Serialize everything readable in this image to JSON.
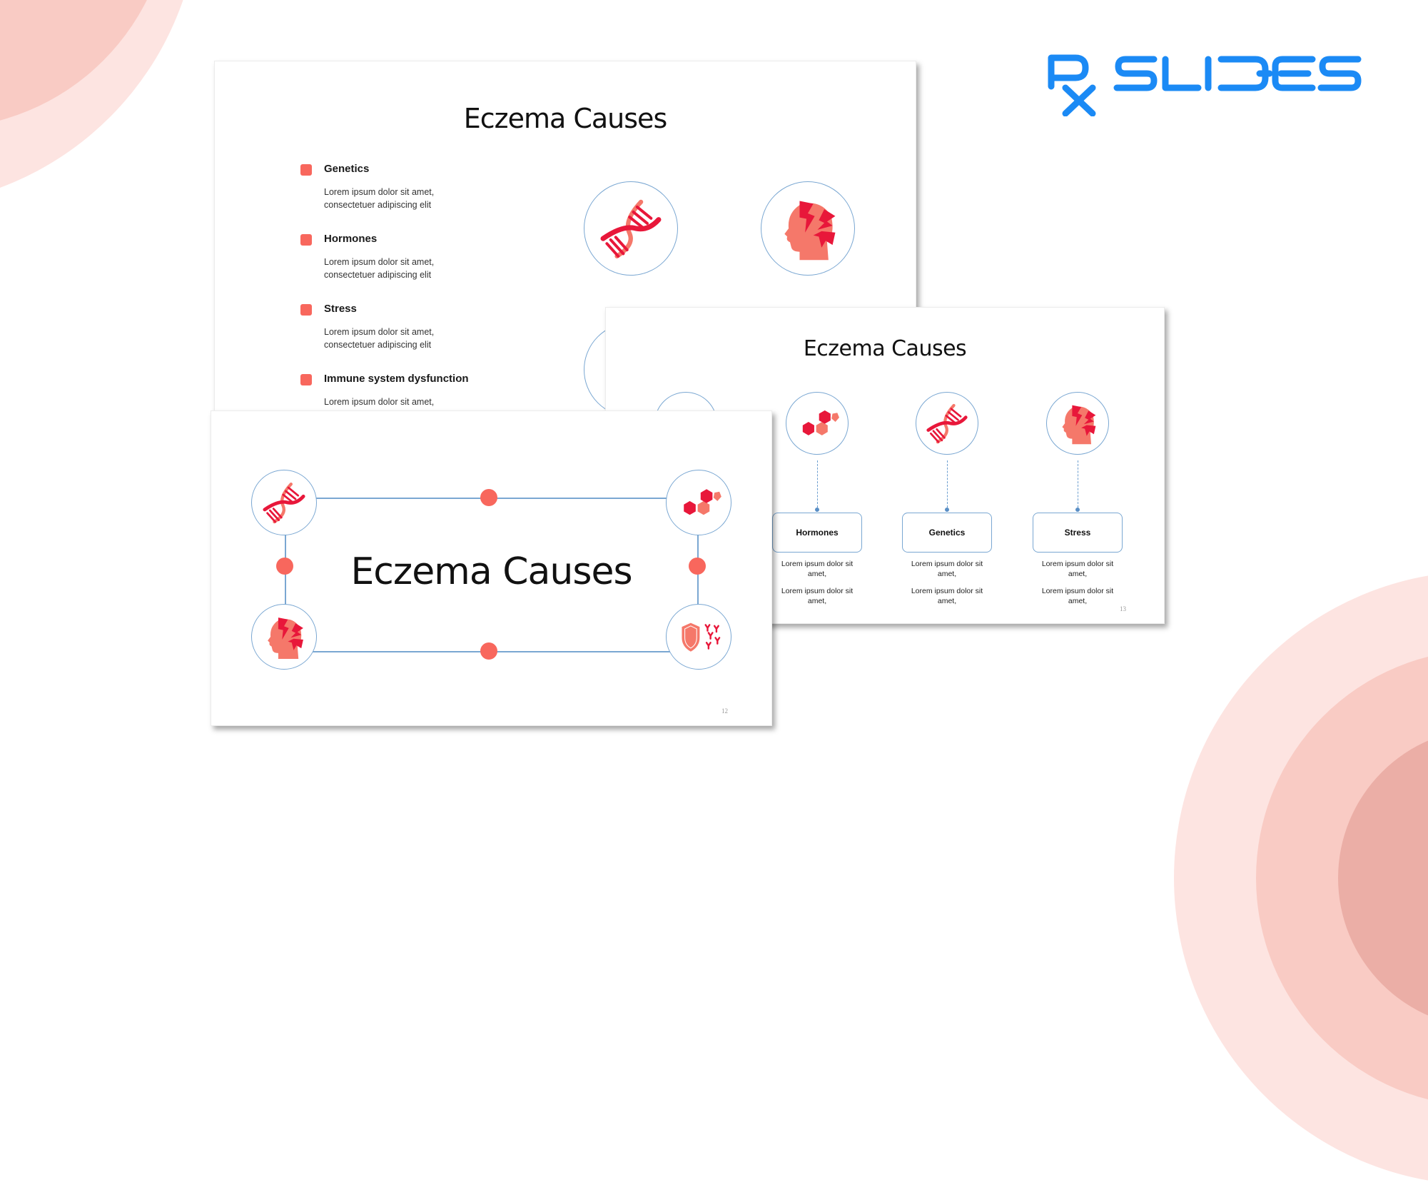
{
  "brand": {
    "logo_text": "RX SLIDES",
    "logo_color": "#1b8af5"
  },
  "colors": {
    "accent_coral": "#f8675d",
    "accent_red": "#e8173a",
    "accent_salmon": "#f5786a",
    "circle_outline": "#7aa7d2",
    "deco_light": "#fde4e1",
    "deco_mid": "#f9cbc4",
    "deco_dark": "#ebaea6"
  },
  "slides": {
    "back": {
      "title": "Eczema Causes",
      "bullets": [
        {
          "heading": "Genetics",
          "body": "Lorem ipsum dolor sit amet, consectetuer adipiscing elit"
        },
        {
          "heading": "Hormones",
          "body": "Lorem ipsum dolor sit amet, consectetuer adipiscing elit"
        },
        {
          "heading": "Stress",
          "body": "Lorem ipsum dolor sit amet, consectetuer adipiscing elit"
        },
        {
          "heading": "Immune system dysfunction",
          "body": "Lorem ipsum dolor sit amet, consectetuer adipiscing elit"
        }
      ],
      "icons": [
        "dna-icon",
        "stressed-head-icon",
        "hexagon-molecule-icon",
        "immune-shield-icon"
      ]
    },
    "middle": {
      "title": "Eczema Causes",
      "page_number": "13",
      "columns": [
        {
          "icon": "hexagon-molecule-icon",
          "label": "Hormones",
          "desc_1": "Lorem ipsum dolor sit amet,",
          "desc_2": "Lorem ipsum dolor sit amet,"
        },
        {
          "icon": "dna-icon",
          "label": "Genetics",
          "desc_1": "Lorem ipsum dolor sit amet,",
          "desc_2": "Lorem ipsum dolor sit amet,"
        },
        {
          "icon": "stressed-head-icon",
          "label": "Stress",
          "desc_1": "Lorem ipsum dolor sit amet,",
          "desc_2": "Lorem ipsum dolor sit amet,"
        }
      ]
    },
    "front": {
      "title": "Eczema Causes",
      "page_number": "12",
      "corner_icons": {
        "top_left": "dna-icon",
        "top_right": "hexagon-molecule-icon",
        "bottom_left": "stressed-head-icon",
        "bottom_right": "immune-shield-icon"
      }
    }
  }
}
